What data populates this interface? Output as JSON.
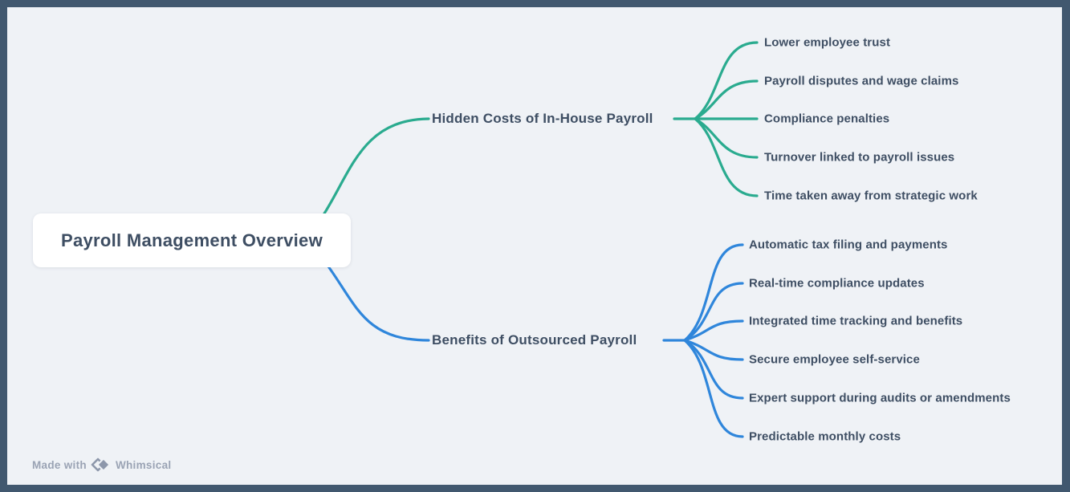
{
  "root": {
    "label": "Payroll Management Overview"
  },
  "branches": [
    {
      "label": "Hidden Costs of In-House Payroll",
      "color": "#2AAB8F",
      "children": [
        "Lower employee trust",
        "Payroll disputes and wage claims",
        "Compliance penalties",
        "Turnover linked to payroll issues",
        "Time taken away from strategic work"
      ]
    },
    {
      "label": "Benefits of Outsourced Payroll",
      "color": "#2F86DB",
      "children": [
        "Automatic tax filing and payments",
        "Real-time compliance updates",
        "Integrated time tracking and benefits",
        "Secure employee self-service",
        "Expert support during audits or amendments",
        "Predictable monthly costs"
      ]
    }
  ],
  "footer": {
    "made_with": "Made with",
    "brand": "Whimsical"
  },
  "colors": {
    "frame": "#41586F",
    "background": "#EFF2F6",
    "node_background": "#FFFFFF",
    "text": "#3E4E63",
    "teal_branch": "#2AAB8F",
    "blue_branch": "#2F86DB",
    "watermark": "#9AA3B4"
  }
}
